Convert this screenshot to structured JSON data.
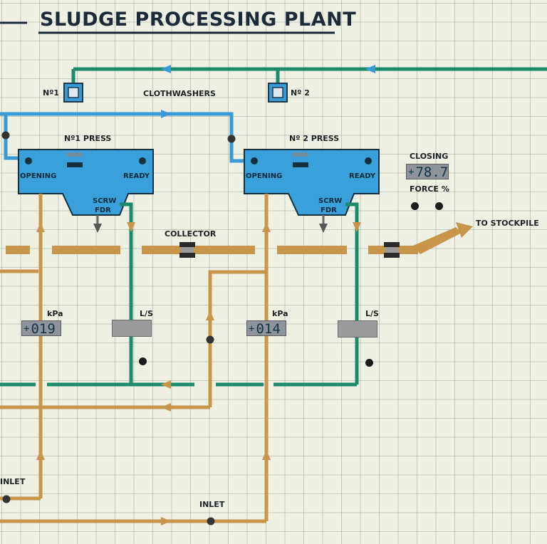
{
  "title": "SLUDGE PROCESSING PLANT",
  "clothwashers": {
    "label": "CLOTHWASHERS",
    "unit1": "Nº1",
    "unit2": "Nº 2"
  },
  "press1": {
    "name": "Nº1 PRESS",
    "opening": "OPENING",
    "ready": "READY",
    "screw_feeder": [
      "SCRW",
      "FDR"
    ]
  },
  "press2": {
    "name": "Nº 2 PRESS",
    "opening": "OPENING",
    "ready": "READY",
    "screw_feeder": [
      "SCRW",
      "FDR"
    ]
  },
  "closing_force": {
    "top_label": "CLOSING",
    "bottom_label": "FORCE %",
    "sign": "+",
    "value": "78.7"
  },
  "collector": {
    "label": "COLLECTOR"
  },
  "stockpile": {
    "label": "TO STOCKPILE"
  },
  "gauge1": {
    "unit": "kPa",
    "sign": "+",
    "value": "019"
  },
  "gauge2": {
    "unit": "kPa",
    "sign": "+",
    "value": "014"
  },
  "ls1": {
    "label": "L/S"
  },
  "ls2": {
    "label": "L/S"
  },
  "inlet_left": {
    "label": "INLET"
  },
  "inlet_bottom": {
    "label": "INLET"
  },
  "colors": {
    "water_line": "#1e8a6c",
    "blue_line": "#3a9ad6",
    "press_body": "#3aa0dc",
    "sludge_line": "#c8964a",
    "background": "#eef0e4"
  }
}
